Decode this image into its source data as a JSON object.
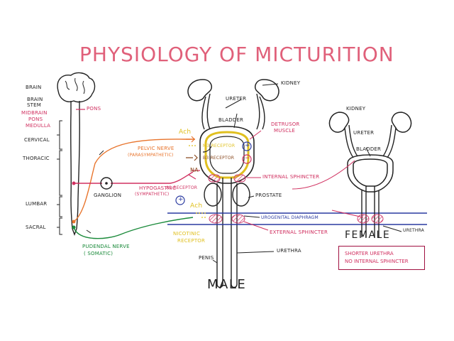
{
  "title": "PHYSIOLOGY OF MICTURITION",
  "cns": {
    "brain": "BRAIN",
    "brain_stem": "BRAIN STEM",
    "midbrain": "MIDBRAIN",
    "pons": "PONS",
    "medulla": "MEDULLA",
    "pons_marker": "PONS",
    "cervical": "CERVICAL",
    "thoracic": "THORACIC",
    "lumbar": "LUMBAR",
    "sacral": "SACRAL",
    "ganglion": "GANGLION"
  },
  "nerves": {
    "pelvic": "PELVIC NERVE",
    "pelvic_sub": "(PARASYMPATHETIC)",
    "hypogastric": "HYPOGASTRIC",
    "hypogastric_sub": "(SYMPATHETIC)",
    "pudendal": "PUDENDAL NERVE",
    "pudendal_sub": "( SOMATIC)"
  },
  "receptors": {
    "ach_top": "Ach",
    "m3": "M3 RECEPTOR",
    "b3": "B3 RECEPTOR",
    "na": "NA",
    "a1": "α1 RECEPTOR",
    "ach_bottom": "Ach",
    "nicotinic": "NICOTINIC",
    "nicotinic_sub": "RECEPTOR",
    "plus": "+",
    "minus": "−"
  },
  "male": {
    "kidney": "KIDNEY",
    "ureter": "URETER",
    "bladder": "BLADDER",
    "detrusor": "DETRUSOR",
    "detrusor_sub": "MUSCLE",
    "internal_sphincter": "INTERNAL SPHINCTER",
    "prostate": "PROSTATE",
    "urogenital": "UROGENITAL DIAPHRAGM",
    "external_sphincter": "EXTERNAL SPHINCTER",
    "urethra": "URETHRA",
    "penis": "PENIS",
    "label": "MALE"
  },
  "female": {
    "kidney": "KIDNEY",
    "ureter": "URETER",
    "bladder": "BLADDER",
    "urethra": "URETHRA",
    "label": "FEMALE",
    "note_line1": "SHORTER URETHRA",
    "note_line2": "NO INTERNAL SPHINCTER"
  },
  "colors": {
    "ink": "#222222",
    "title": "#e0607a",
    "pink": "#d03060",
    "orange": "#e8742c",
    "yellow": "#e0c020",
    "brown": "#8a4a20",
    "green": "#1a8a3a",
    "blue": "#2a3aa0",
    "sphincter": "#d04070"
  }
}
